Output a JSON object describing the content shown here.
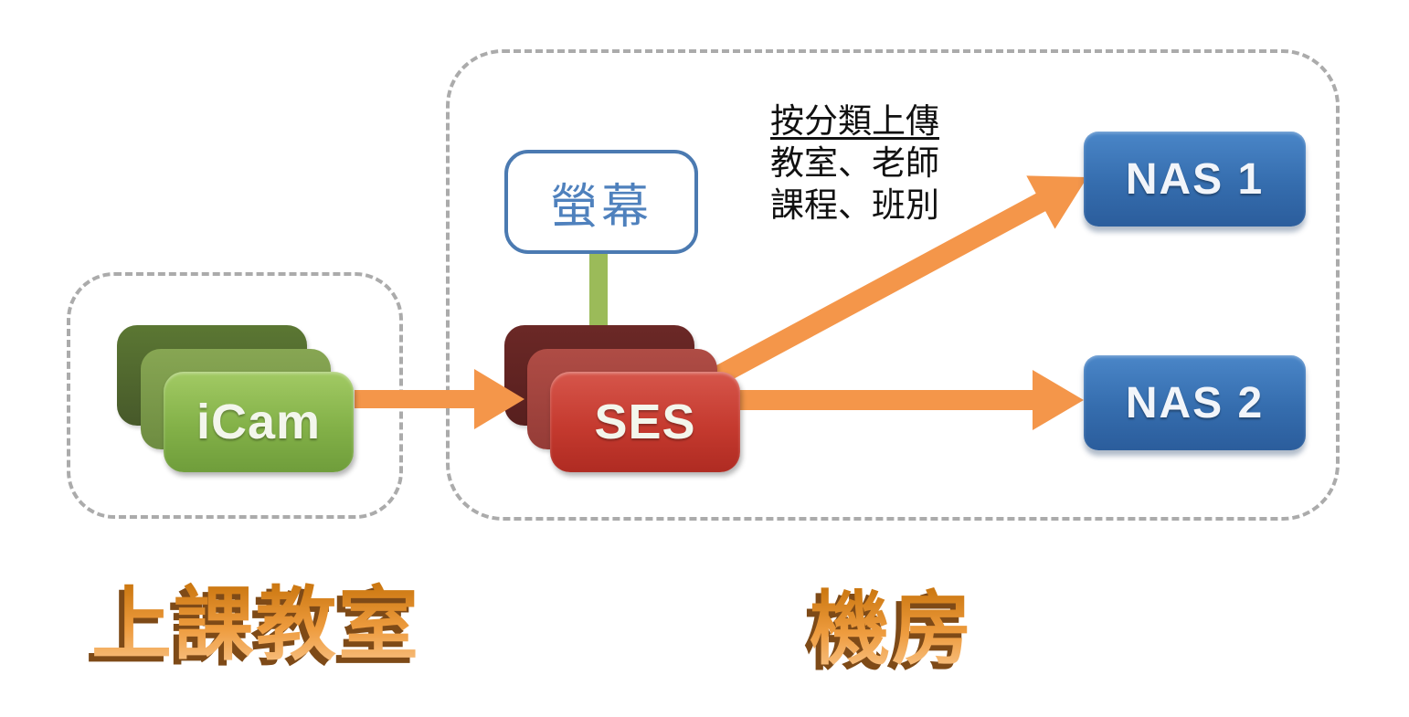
{
  "groups": {
    "classroom": {
      "label": "上課教室"
    },
    "server_room": {
      "label": "機房"
    }
  },
  "nodes": {
    "icam": {
      "label": "iCam"
    },
    "screen": {
      "label": "螢幕"
    },
    "ses": {
      "label": "SES"
    },
    "nas1": {
      "label": "NAS 1"
    },
    "nas2": {
      "label": "NAS 2"
    }
  },
  "annotation": {
    "line1": "按分類上傳",
    "line2": "教室、老師",
    "line3": "課程、班別"
  },
  "connections": [
    {
      "from": "iCam",
      "to": "SES",
      "type": "orange-arrow"
    },
    {
      "from": "SES",
      "to": "NAS 1",
      "type": "orange-arrow",
      "note": "按分類上傳 教室、老師 課程、班別"
    },
    {
      "from": "SES",
      "to": "NAS 2",
      "type": "orange-arrow"
    },
    {
      "from": "螢幕",
      "to": "SES",
      "type": "green-line"
    }
  ],
  "colors": {
    "arrow_orange": "#F4964A",
    "connector_green": "#9BBB59",
    "nas_blue": "#3570B3",
    "ses_red_front": "#C53A2F",
    "ses_red_mid": "#A64740",
    "ses_red_back": "#5E2220",
    "icam_green_front": "#8BB94F",
    "icam_green_mid": "#7A9C48",
    "icam_green_back": "#4D6128",
    "screen_border_blue": "#4B7AB1",
    "screen_text_blue": "#4F81BD",
    "group_border_gray": "#ABABAB",
    "wordart_orange": "#E8912B",
    "annotation_text": "#111111"
  }
}
